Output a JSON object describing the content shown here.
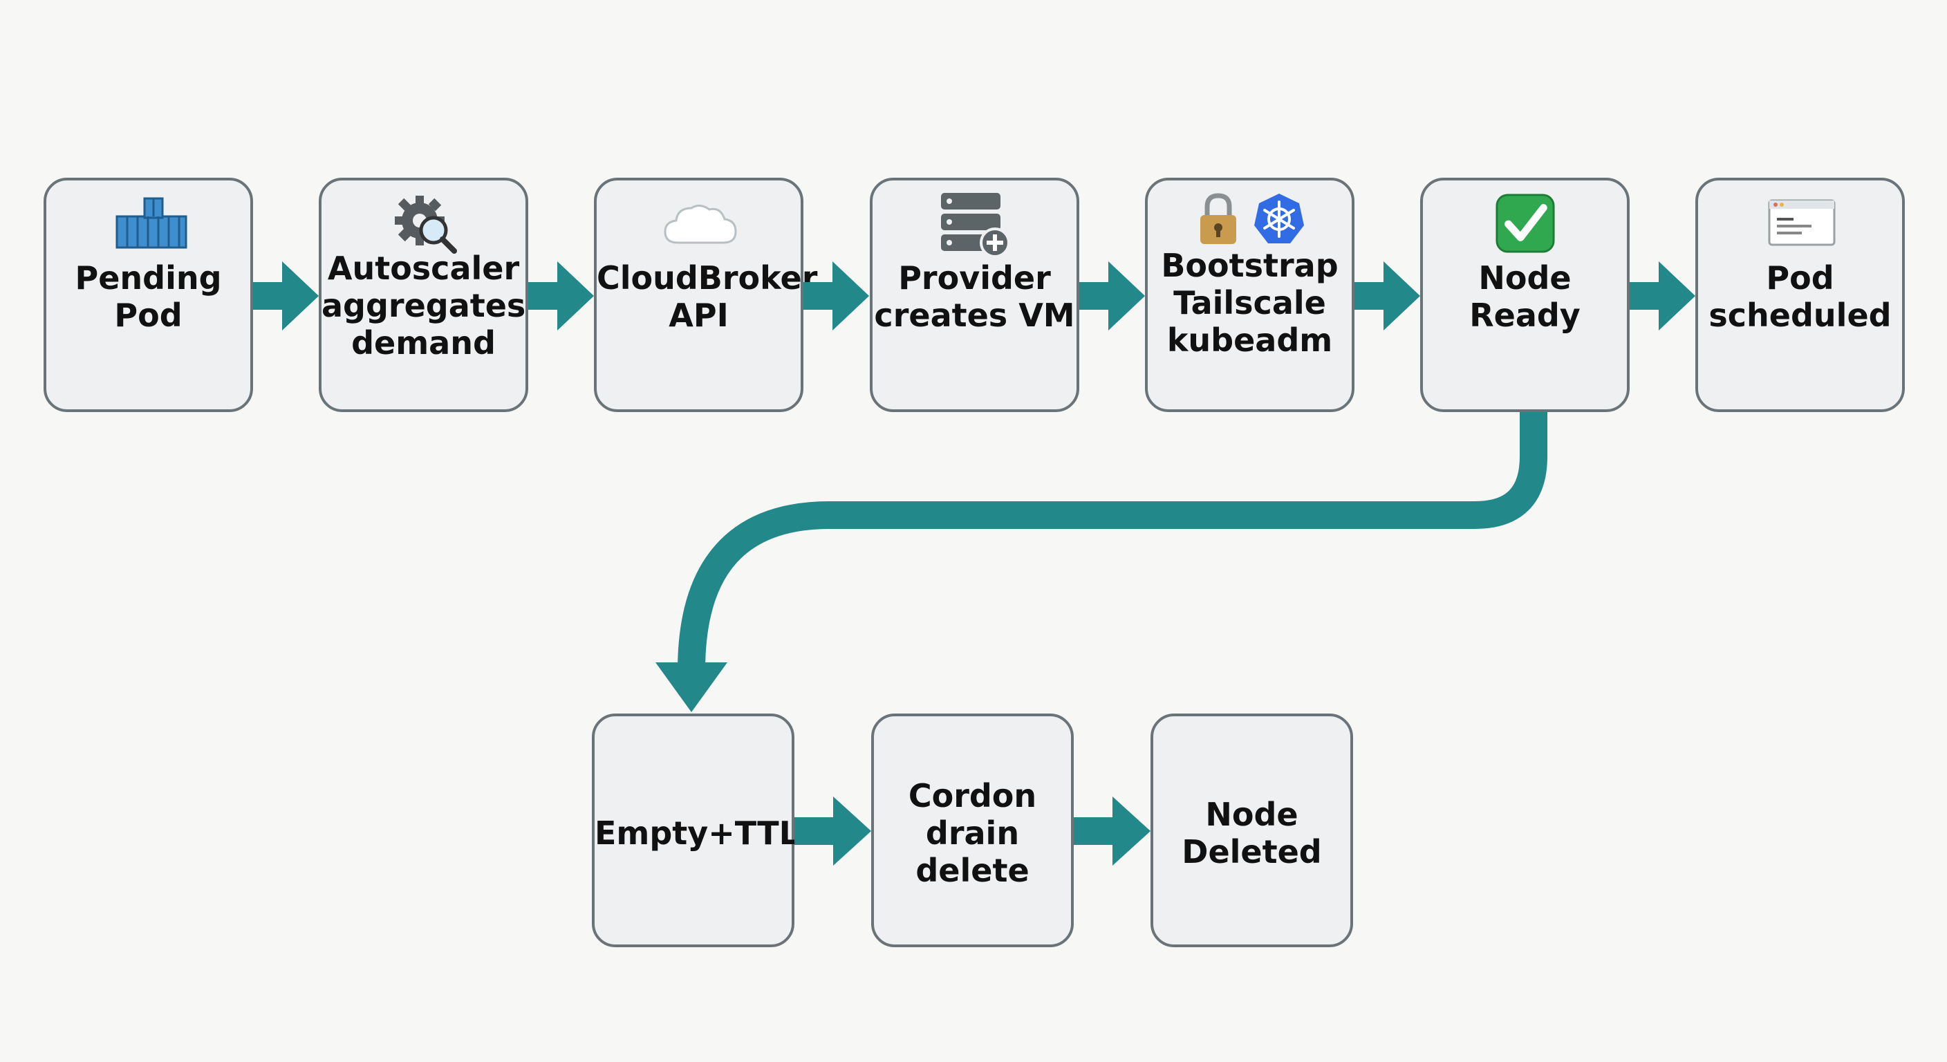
{
  "top_row": [
    {
      "id": "pending-pod",
      "lines": [
        "Pending",
        "Pod"
      ],
      "icon": "container-icon"
    },
    {
      "id": "autoscaler",
      "lines": [
        "Autoscaler",
        "aggregates",
        "demand"
      ],
      "icon": "gear-search-icon"
    },
    {
      "id": "cloudbroker",
      "lines": [
        "CloudBroker",
        "API"
      ],
      "icon": "cloud-icon"
    },
    {
      "id": "provider",
      "lines": [
        "Provider",
        "creates VM"
      ],
      "icon": "server-add-icon"
    },
    {
      "id": "bootstrap",
      "lines": [
        "Bootstrap",
        "Tailscale",
        "kubeadm"
      ],
      "icon": "lock-kubernetes-icon"
    },
    {
      "id": "node-ready",
      "lines": [
        "Node",
        "Ready"
      ],
      "icon": "checkmark-icon"
    },
    {
      "id": "pod-scheduled",
      "lines": [
        "Pod",
        "scheduled"
      ],
      "icon": "terminal-window-icon"
    }
  ],
  "bottom_row": [
    {
      "id": "empty-ttl",
      "lines": [
        "Empty+TTL"
      ]
    },
    {
      "id": "cordon",
      "lines": [
        "Cordon",
        "drain",
        "delete"
      ]
    },
    {
      "id": "node-deleted",
      "lines": [
        "Node",
        "Deleted"
      ]
    }
  ],
  "colors": {
    "arrow": "#23888a",
    "box_border": "#6a7478",
    "box_fill": "#eef0f1",
    "background": "#f7f7f6",
    "text": "#111111"
  }
}
